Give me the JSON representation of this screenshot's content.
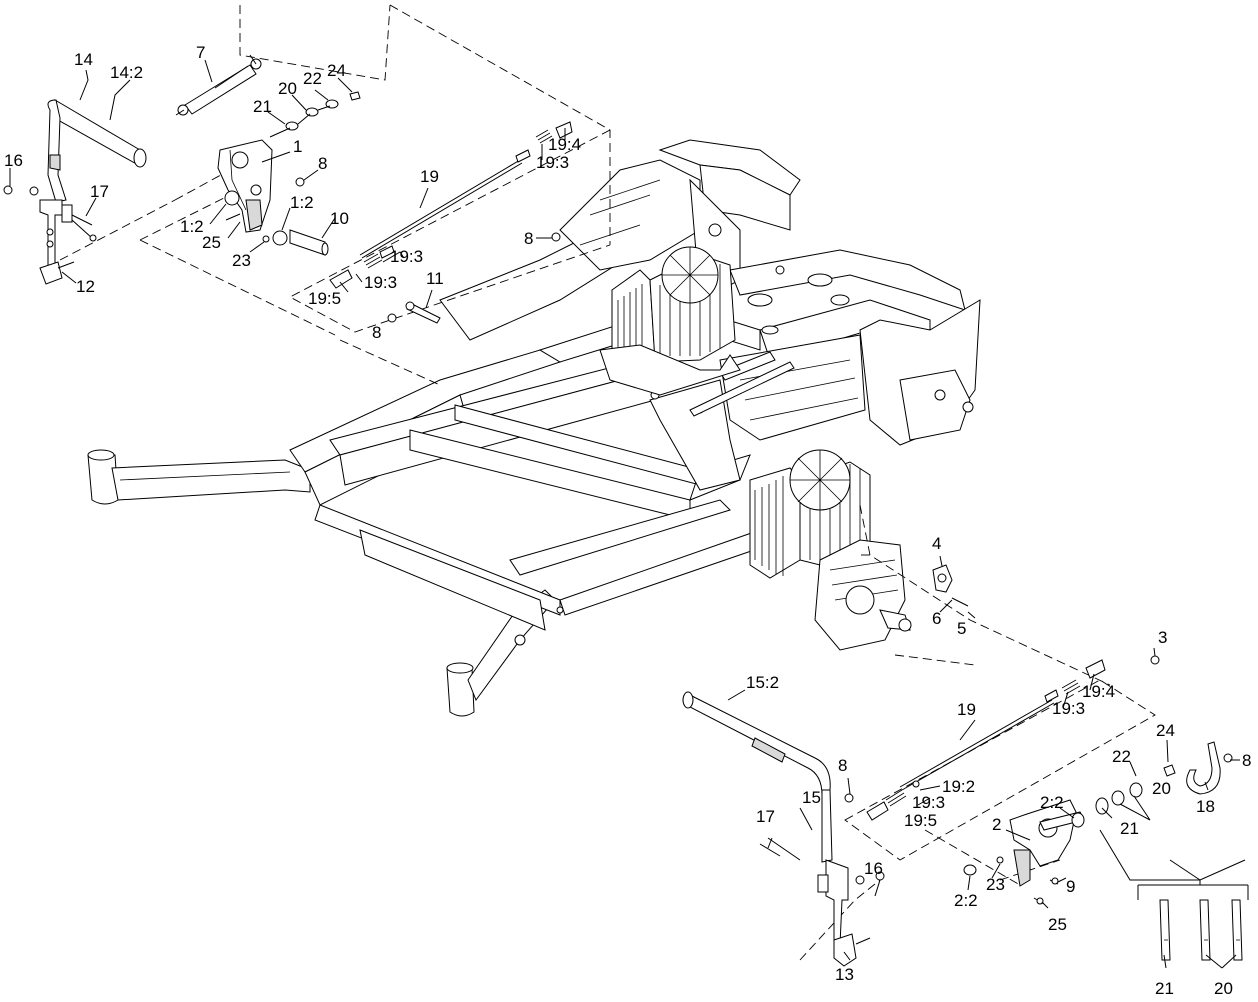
{
  "callouts": {
    "c14": "14",
    "c14_2": "14:2",
    "c7": "7",
    "c24_top": "24",
    "c22_top": "22",
    "c20_top": "20",
    "c21_top": "21",
    "c1": "1",
    "c8_a": "8",
    "c16_top": "16",
    "c17_top": "17",
    "c1_2a": "1:2",
    "c1_2b": "1:2",
    "c10": "10",
    "c25_top": "25",
    "c23_top": "23",
    "c12": "12",
    "c19_top": "19",
    "c19_4_top": "19:4",
    "c19_3_top": "19:3",
    "c8_b": "8",
    "c19_3_mid": "19:3",
    "c19_3_low": "19:3",
    "c19_5_top": "19:5",
    "c11": "11",
    "c8_c": "8",
    "c4": "4",
    "c6": "6",
    "c5": "5",
    "c3": "3",
    "c15_2": "15:2",
    "c19_4_bot": "19:4",
    "c19_3_bot": "19:3",
    "c19_bot": "19",
    "c24_bot": "24",
    "c8_d": "8",
    "c22_bot": "22",
    "c8_e": "8",
    "c19_2": "19:2",
    "c18": "18",
    "c15": "15",
    "c19_3_b2": "19:3",
    "c2_2a": "2:2",
    "c19_5_bot": "19:5",
    "c2": "2",
    "c21_bot": "21",
    "c20_bot": "20",
    "c17_bot": "17",
    "c9": "9",
    "c16_bot": "16",
    "c2_2b": "2:2",
    "c23_bot": "23",
    "c25_bot": "25",
    "c13": "13",
    "c21_inset": "21",
    "c20_inset": "20"
  }
}
